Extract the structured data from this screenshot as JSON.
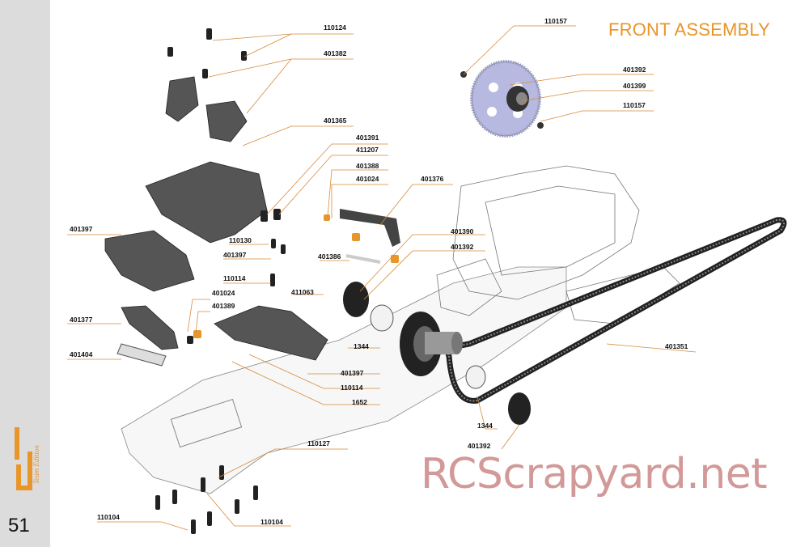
{
  "page": {
    "number": "51",
    "section_title": "FRONT ASSEMBLY",
    "watermark": "RCScrapyard.net",
    "logo_text": "Team Edition",
    "logo_text_color": "#e8952a",
    "leader_color": "#d68a3a"
  },
  "part_labels": [
    {
      "id": "lbl-110124",
      "text": "110124"
    },
    {
      "id": "lbl-401382",
      "text": "401382"
    },
    {
      "id": "lbl-401365",
      "text": "401365"
    },
    {
      "id": "lbl-401391",
      "text": "401391"
    },
    {
      "id": "lbl-411207",
      "text": "411207"
    },
    {
      "id": "lbl-401388",
      "text": "401388"
    },
    {
      "id": "lbl-401024a",
      "text": "401024"
    },
    {
      "id": "lbl-401376",
      "text": "401376"
    },
    {
      "id": "lbl-401397a",
      "text": "401397"
    },
    {
      "id": "lbl-110130",
      "text": "110130"
    },
    {
      "id": "lbl-401397b",
      "text": "401397"
    },
    {
      "id": "lbl-401386",
      "text": "401386"
    },
    {
      "id": "lbl-401390",
      "text": "401390"
    },
    {
      "id": "lbl-401392a",
      "text": "401392"
    },
    {
      "id": "lbl-110114a",
      "text": "110114"
    },
    {
      "id": "lbl-411063",
      "text": "411063"
    },
    {
      "id": "lbl-401024b",
      "text": "401024"
    },
    {
      "id": "lbl-401389",
      "text": "401389"
    },
    {
      "id": "lbl-401377",
      "text": "401377"
    },
    {
      "id": "lbl-401404",
      "text": "401404"
    },
    {
      "id": "lbl-1344a",
      "text": "1344"
    },
    {
      "id": "lbl-401397c",
      "text": "401397"
    },
    {
      "id": "lbl-110114b",
      "text": "110114"
    },
    {
      "id": "lbl-1652",
      "text": "1652"
    },
    {
      "id": "lbl-401351",
      "text": "401351"
    },
    {
      "id": "lbl-1344b",
      "text": "1344"
    },
    {
      "id": "lbl-401392b",
      "text": "401392"
    },
    {
      "id": "lbl-110127",
      "text": "110127"
    },
    {
      "id": "lbl-110104a",
      "text": "110104"
    },
    {
      "id": "lbl-110104b",
      "text": "110104"
    },
    {
      "id": "lbl-110157a",
      "text": "110157"
    },
    {
      "id": "lbl-401392c",
      "text": "401392"
    },
    {
      "id": "lbl-401399",
      "text": "401399"
    },
    {
      "id": "lbl-110157b",
      "text": "110157"
    }
  ]
}
